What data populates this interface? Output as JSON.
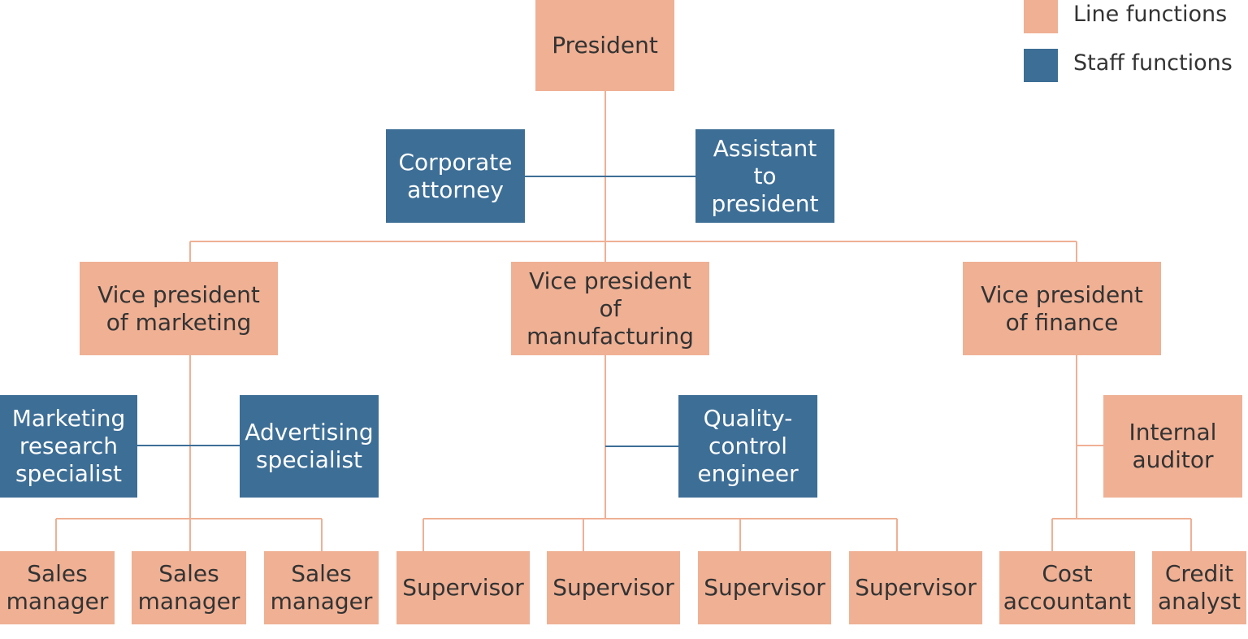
{
  "legend": {
    "line_label": "Line functions",
    "staff_label": "Staff functions",
    "line_color": "#efb094",
    "staff_color": "#3d6e96"
  },
  "nodes": {
    "president": "President",
    "corporate_attorney": "Corporate\nattorney",
    "assistant_to_president": "Assistant to\npresident",
    "vp_marketing": "Vice president\nof marketing",
    "vp_manufacturing": "Vice president\nof manufacturing",
    "vp_finance": "Vice president\nof finance",
    "marketing_research_specialist": "Marketing\nresearch\nspecialist",
    "advertising_specialist": "Advertising\nspecialist",
    "quality_control_engineer": "Quality-\ncontrol\nengineer",
    "internal_auditor": "Internal\nauditor",
    "sales_manager_1": "Sales\nmanager",
    "sales_manager_2": "Sales\nmanager",
    "sales_manager_3": "Sales\nmanager",
    "supervisor_1": "Supervisor",
    "supervisor_2": "Supervisor",
    "supervisor_3": "Supervisor",
    "supervisor_4": "Supervisor",
    "cost_accountant": "Cost\naccountant",
    "credit_analyst": "Credit\nanalyst"
  }
}
